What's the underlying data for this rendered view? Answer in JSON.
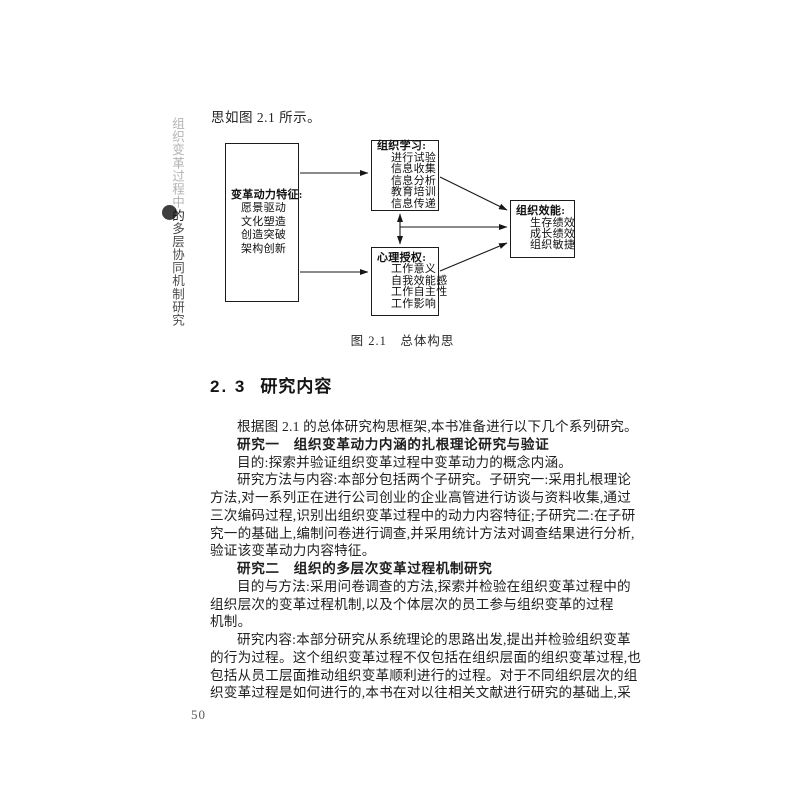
{
  "top_line": "思如图 2.1 所示。",
  "sidebar": {
    "light": "组织变革过程中",
    "circle_char": "的",
    "dark": "多层协同机制研究"
  },
  "figure": {
    "caption": "图 2.1　总体构思",
    "boxes": [
      {
        "title": "变革动力特征:",
        "items": [
          "愿景驱动",
          "文化塑造",
          "创造突破",
          "架构创新"
        ]
      },
      {
        "title": "组织学习:",
        "items": [
          "进行试验",
          "信息收集",
          "信息分析",
          "教育培训",
          "信息传递"
        ]
      },
      {
        "title": "心理授权:",
        "items": [
          "工作意义",
          "自我效能感",
          "工作自主性",
          "工作影响"
        ]
      },
      {
        "title": "组织效能:",
        "items": [
          "生存绩效",
          "成长绩效",
          "组织敏捷"
        ]
      }
    ]
  },
  "section": {
    "number": "2. 3",
    "title": "研究内容"
  },
  "body": {
    "lines": [
      {
        "text": "根据图 2.1 的总体研究构思框架,本书准备进行以下几个系列研究。"
      },
      {
        "text": "研究一　组织变革动力内涵的扎根理论研究与验证"
      },
      {
        "text": "目的:探索并验证组织变革过程中变革动力的概念内涵。"
      },
      {
        "text": "研究方法与内容:本部分包括两个子研究。子研究一:采用扎根理论"
      },
      {
        "text": "方法,对一系列正在进行公司创业的企业高管进行访谈与资料收集,通过"
      },
      {
        "text": "三次编码过程,识别出组织变革过程中的动力内容特征;子研究二:在子研"
      },
      {
        "text": "究一的基础上,编制问卷进行调查,并采用统计方法对调查结果进行分析,"
      },
      {
        "text": "验证该变革动力内容特征。"
      },
      {
        "text": "研究二　组织的多层次变革过程机制研究"
      },
      {
        "text": "目的与方法:采用问卷调查的方法,探索并检验在组织变革过程中的"
      },
      {
        "text": "组织层次的变革过程机制,以及个体层次的员工参与组织变革的过程"
      },
      {
        "text": "机制。"
      },
      {
        "text": "研究内容:本部分研究从系统理论的思路出发,提出并检验组织变革"
      },
      {
        "text": "的行为过程。这个组织变革过程不仅包括在组织层面的组织变革过程,也"
      },
      {
        "text": "包括从员工层面推动组织变革顺利进行的过程。对于不同组织层次的组"
      },
      {
        "text": "织变革过程是如何进行的,本书在对以往相关文献进行研究的基础上,采"
      }
    ]
  },
  "page_number": "50"
}
